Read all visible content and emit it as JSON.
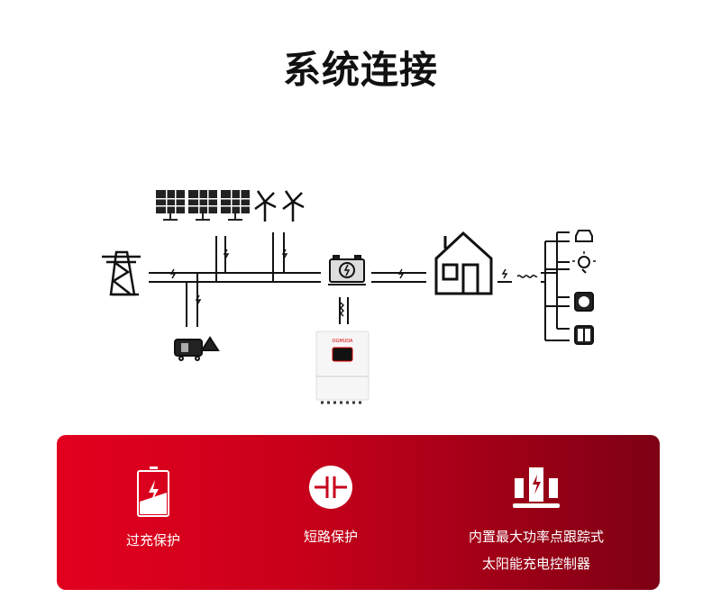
{
  "title": "系统连接",
  "diagram": {
    "inverter_brand": "OGMUDA",
    "nodes": [
      "power-grid-tower",
      "solar-panel",
      "solar-panel",
      "solar-panel",
      "wind-turbine",
      "wind-turbine",
      "generator",
      "charge-controller",
      "inverter",
      "house",
      "car-load",
      "light-bulb-load",
      "socket-load",
      "switch-load"
    ]
  },
  "features": [
    {
      "icon": "battery-charge-icon",
      "lines": [
        "过充保护"
      ]
    },
    {
      "icon": "short-circuit-icon",
      "lines": [
        "短路保护"
      ]
    },
    {
      "icon": "mppt-controller-icon",
      "lines": [
        "内置最大功率点跟踪式",
        "太阳能充电控制器"
      ]
    }
  ],
  "colors": {
    "accent_start": "#e3001f",
    "accent_end": "#7e0014",
    "line": "#111111"
  }
}
